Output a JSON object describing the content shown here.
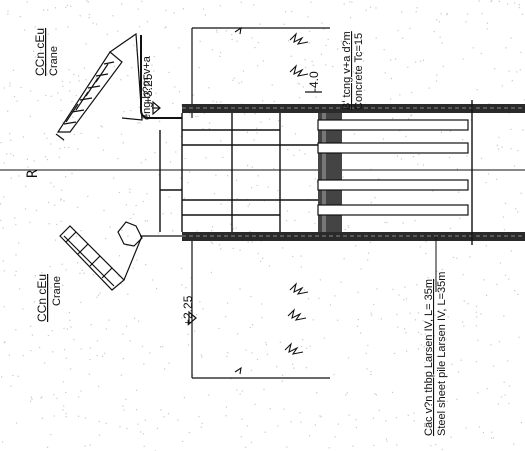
{
  "labels": {
    "crane_top_vn": "CCn cEu",
    "crane_top_en": "Crane",
    "crane_bottom_vn": "CCn cEu",
    "crane_bottom_en": "Crane",
    "elev_top": "+3.25",
    "elev_mid": "-4.0",
    "elev_bottom": "+2.25",
    "pipe_label": "ëng b?m v+a",
    "concrete_vn": "B' tcng v+a d?m",
    "concrete_en": "Concrete Tc=15",
    "sheetpile_vn": "Cäc v?n thbp Larsen IV, L= 35m",
    "sheetpile_en": "Steel sheet pile Larsen IV, L=35m",
    "centerline_symbol": "R"
  }
}
